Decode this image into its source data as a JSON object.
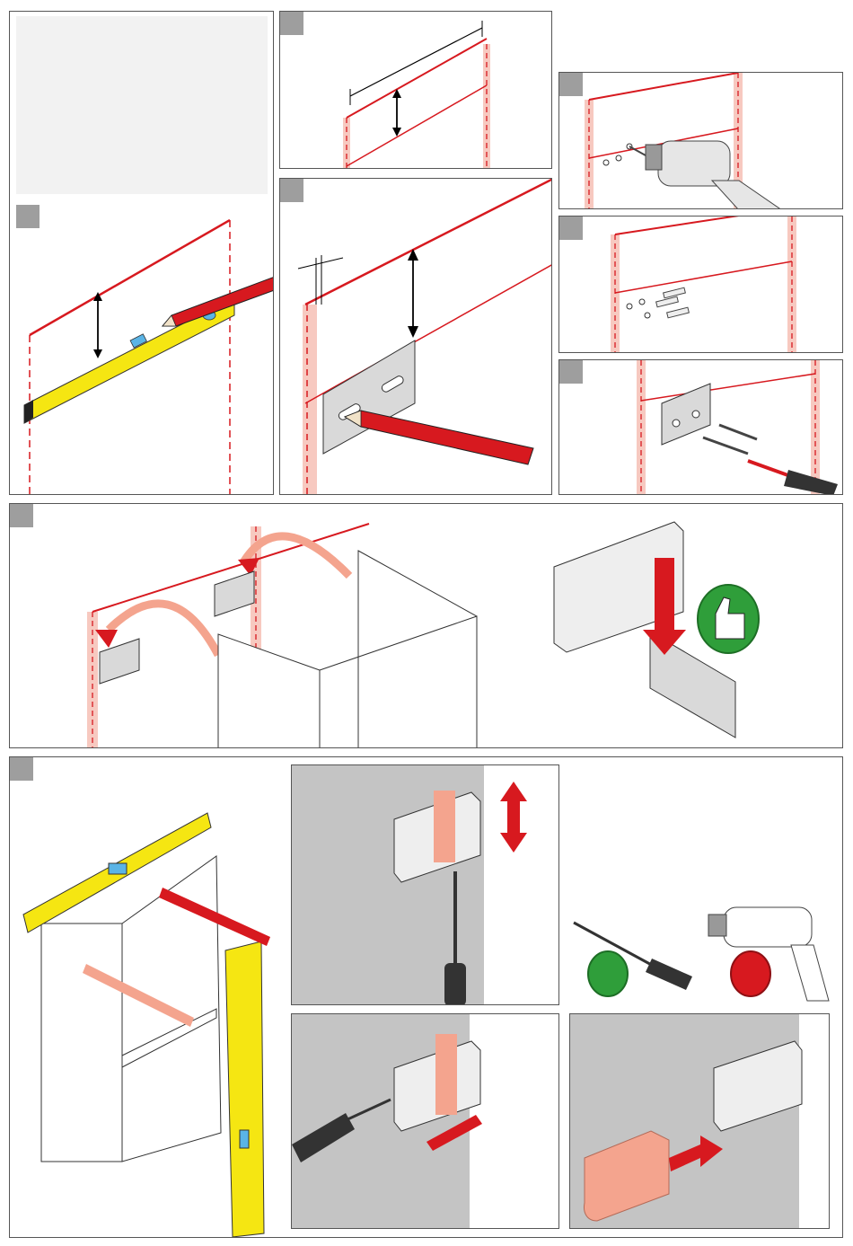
{
  "colors": {
    "red": "#d7191f",
    "pink_band": "#f7c9c0",
    "salmon": "#f4a48e",
    "yellow": "#f5e612",
    "metal": "#d9d9d9",
    "wall": "#c4c4c4",
    "green": "#2f9e3a",
    "step_box": "#9e9e9e"
  },
  "icons": {
    "level": "spirit-level-icon",
    "pencil": "pencil-icon",
    "drill": "drill-icon",
    "screwdriver": "screwdriver-icon",
    "ok": "thumbs-up-icon",
    "not_ok": "thumbs-down-icon"
  },
  "steps": [
    {
      "id": "mark-height-with-level"
    },
    {
      "id": "measure-width"
    },
    {
      "id": "mark-holes-with-bracket"
    },
    {
      "id": "drill-holes"
    },
    {
      "id": "insert-wall-plugs"
    },
    {
      "id": "screw-bracket"
    },
    {
      "id": "hang-cabinet"
    },
    {
      "id": "level-cabinet"
    },
    {
      "id": "adjust-height"
    },
    {
      "id": "adjust-depth"
    },
    {
      "id": "fit-cover-cap"
    }
  ]
}
